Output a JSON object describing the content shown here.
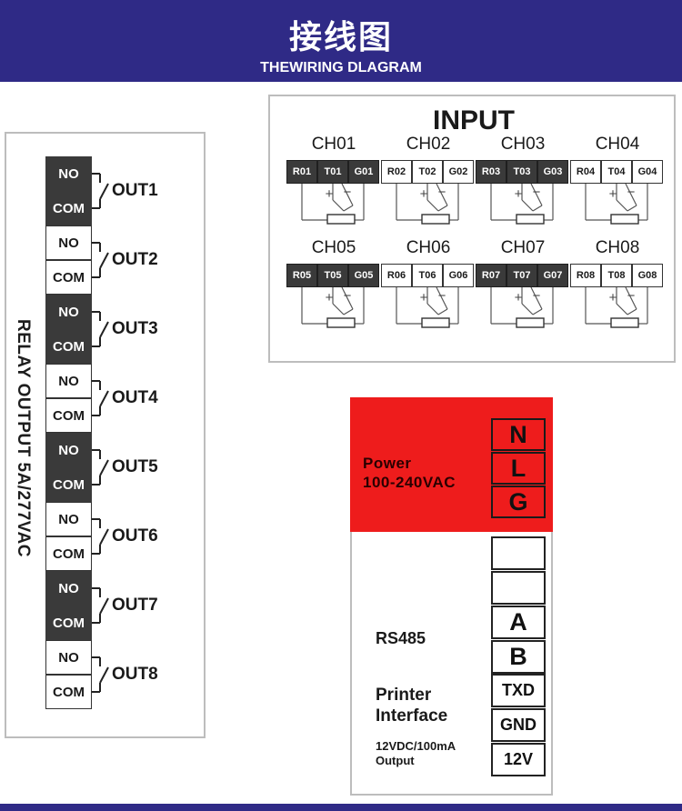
{
  "header": {
    "title": "接线图",
    "subtitle": "THEWIRING DLAGRAM"
  },
  "relay": {
    "label": "RELAY OUTPUT  5A/277VAC",
    "outputs": [
      {
        "no": "NO",
        "com": "COM",
        "out": "OUT1",
        "dark": true
      },
      {
        "no": "NO",
        "com": "COM",
        "out": "OUT2",
        "dark": false
      },
      {
        "no": "NO",
        "com": "COM",
        "out": "OUT3",
        "dark": true
      },
      {
        "no": "NO",
        "com": "COM",
        "out": "OUT4",
        "dark": false
      },
      {
        "no": "NO",
        "com": "COM",
        "out": "OUT5",
        "dark": true
      },
      {
        "no": "NO",
        "com": "COM",
        "out": "OUT6",
        "dark": false
      },
      {
        "no": "NO",
        "com": "COM",
        "out": "OUT7",
        "dark": true
      },
      {
        "no": "NO",
        "com": "COM",
        "out": "OUT8",
        "dark": false
      }
    ]
  },
  "input": {
    "title": "INPUT",
    "channels": [
      {
        "name": "CH01",
        "terms": [
          "R01",
          "T01",
          "G01"
        ],
        "dark": true
      },
      {
        "name": "CH02",
        "terms": [
          "R02",
          "T02",
          "G02"
        ],
        "dark": false
      },
      {
        "name": "CH03",
        "terms": [
          "R03",
          "T03",
          "G03"
        ],
        "dark": true
      },
      {
        "name": "CH04",
        "terms": [
          "R04",
          "T04",
          "G04"
        ],
        "dark": false
      },
      {
        "name": "CH05",
        "terms": [
          "R05",
          "T05",
          "G05"
        ],
        "dark": true
      },
      {
        "name": "CH06",
        "terms": [
          "R06",
          "T06",
          "G06"
        ],
        "dark": false
      },
      {
        "name": "CH07",
        "terms": [
          "R07",
          "T07",
          "G07"
        ],
        "dark": true
      },
      {
        "name": "CH08",
        "terms": [
          "R08",
          "T08",
          "G08"
        ],
        "dark": false
      }
    ],
    "plus": "+",
    "minus": "−"
  },
  "power": {
    "label_line1": "Power",
    "label_line2": "100-240VAC",
    "terminals": [
      "N",
      "L",
      "G"
    ],
    "color": "#ee1c1c"
  },
  "comm": {
    "rs485": "RS485",
    "printer_line1": "Printer",
    "printer_line2": "Interface",
    "supply_line1": "12VDC/100mA",
    "supply_line2": "Output",
    "terminals": [
      "",
      "",
      "A",
      "B",
      "TXD",
      "GND",
      "12V"
    ]
  },
  "colors": {
    "header": "#2f2a86",
    "dark_terminal": "#3a3a3a",
    "border": "#bdbdbd"
  }
}
